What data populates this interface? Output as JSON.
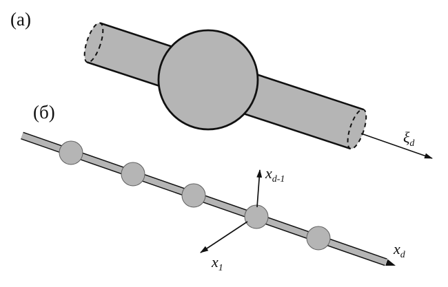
{
  "colors": {
    "background": "#ffffff",
    "shape_gray": "#b5b5b5",
    "outline": "#111111",
    "bead_edge": "#5e5e5e"
  },
  "panel_a": {
    "label": "(а)",
    "axis_label": {
      "base": "ξ",
      "sub": "d"
    }
  },
  "panel_b": {
    "label": "(б)",
    "axis_up": {
      "base": "x",
      "sub": "d-1"
    },
    "axis_left": {
      "base": "x",
      "sub": "1"
    },
    "axis_along": {
      "base": "x",
      "sub": "d"
    }
  }
}
